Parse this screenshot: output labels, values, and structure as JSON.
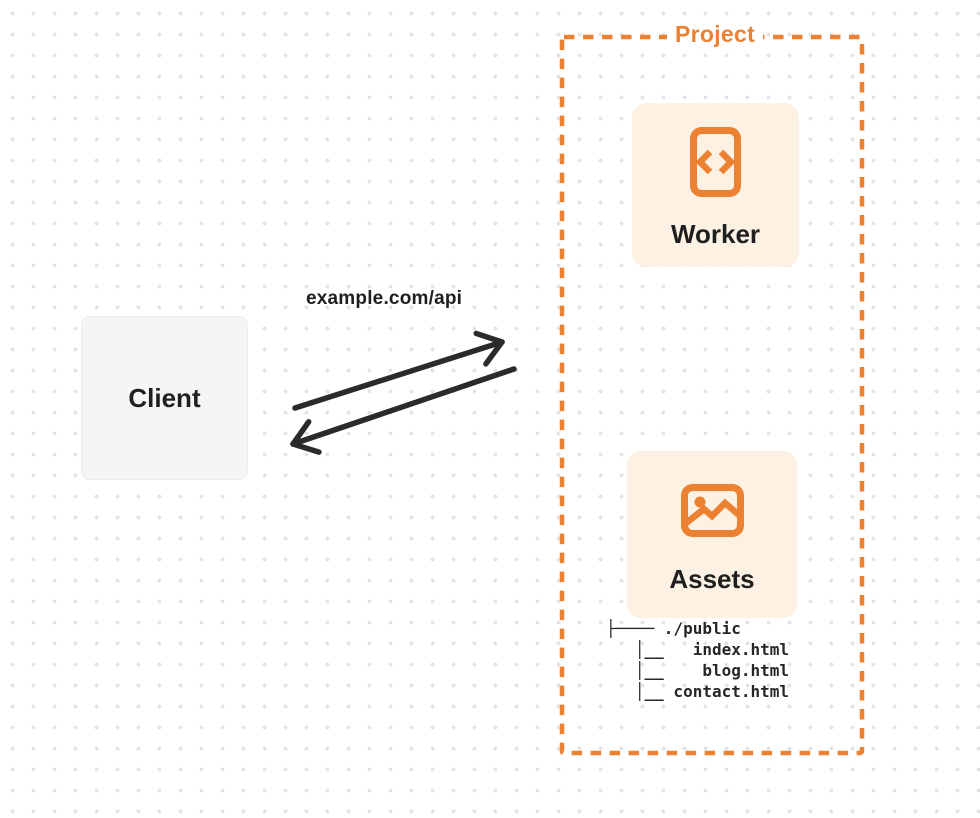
{
  "diagram": {
    "project": {
      "title": "Project"
    },
    "client": {
      "label": "Client"
    },
    "request": {
      "label": "example.com/api"
    },
    "worker": {
      "label": "Worker",
      "icon": "code-file-icon"
    },
    "assets": {
      "label": "Assets",
      "icon": "image-icon"
    },
    "file_tree": {
      "lines": [
        "├──── ./public",
        "   │__   index.html",
        "   │__    blog.html",
        "   │__ contact.html"
      ]
    }
  },
  "colors": {
    "accent": "#EC8231",
    "card-bg": "#FDF1E3",
    "client-bg": "#F5F5F6",
    "arrow": "#2B2B2B",
    "ink": "#1F1F1F",
    "dot": "#E3E3E6",
    "bg": "#FFFFFF"
  }
}
